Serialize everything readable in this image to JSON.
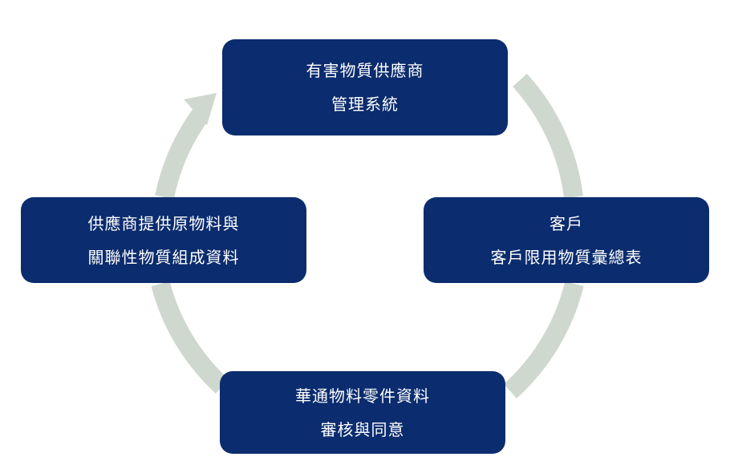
{
  "diagram": {
    "arrow_color": "#ced8cf",
    "node_color": "#0b2c6e",
    "text_color": "#ffffff",
    "nodes": {
      "top": {
        "lines": [
          "有害物質供應商",
          "管理系統"
        ]
      },
      "right": {
        "lines": [
          "客戶",
          "客戶限用物質彙總表"
        ]
      },
      "bottom": {
        "lines": [
          "華通物料零件資料",
          "審核與同意"
        ]
      },
      "left": {
        "lines": [
          "供應商提供原物料與",
          "關聯性物質組成資料"
        ]
      }
    }
  }
}
